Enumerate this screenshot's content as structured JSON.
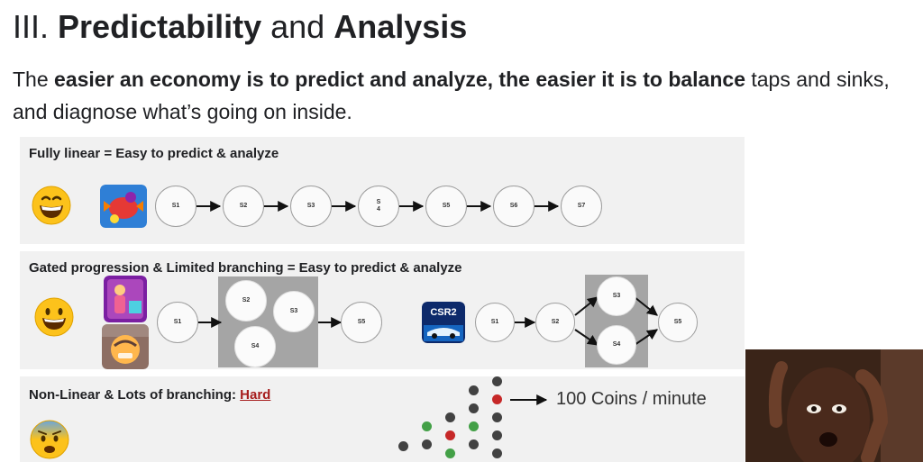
{
  "slide": {
    "title_numeral": "III.",
    "title_bold_1": "Predictability",
    "title_and": "and",
    "title_bold_2": "Analysis",
    "body": {
      "prefix": "The ",
      "bold": "easier an economy is to predict and analyze, the easier it is to balance",
      "suffix": " taps and sinks, and diagnose what’s going on inside."
    }
  },
  "panels": {
    "linear": {
      "label": "Fully linear = Easy to predict & analyze",
      "emoji": "grinning-face",
      "app_icon": "candy-crush-icon",
      "nodes": [
        "S1",
        "S2",
        "S3",
        "S\n4",
        "S5",
        "S6",
        "S7"
      ]
    },
    "gated": {
      "label": "Gated progression & Limited branching = Easy to predict & analyze",
      "emoji": "smiling-face",
      "app_icons": [
        "dance-game-icon",
        "clash-of-clans-icon",
        "csr2-icon"
      ],
      "csr_logo_text": "CSR2",
      "left_nodes": [
        "S1",
        "S2",
        "S3",
        "S4",
        "S5"
      ],
      "right_nodes": [
        "S1",
        "S2",
        "S3",
        "S4",
        "S5"
      ]
    },
    "nonlinear": {
      "label_prefix": "Non-Linear & Lots of branching: ",
      "label_hard": "Hard",
      "emoji": "anxious-face",
      "coins_text": "100 Coins / minute"
    }
  },
  "colors": {
    "panel_bg": "#f1f1f1",
    "gate_gray": "#a5a5a5",
    "hard_red": "#a61c1c",
    "dot_red": "#c62828",
    "dot_green": "#43a047",
    "dot_gray": "#424242"
  },
  "overlay": {
    "webcam": "reaction-video-thumbnail"
  }
}
